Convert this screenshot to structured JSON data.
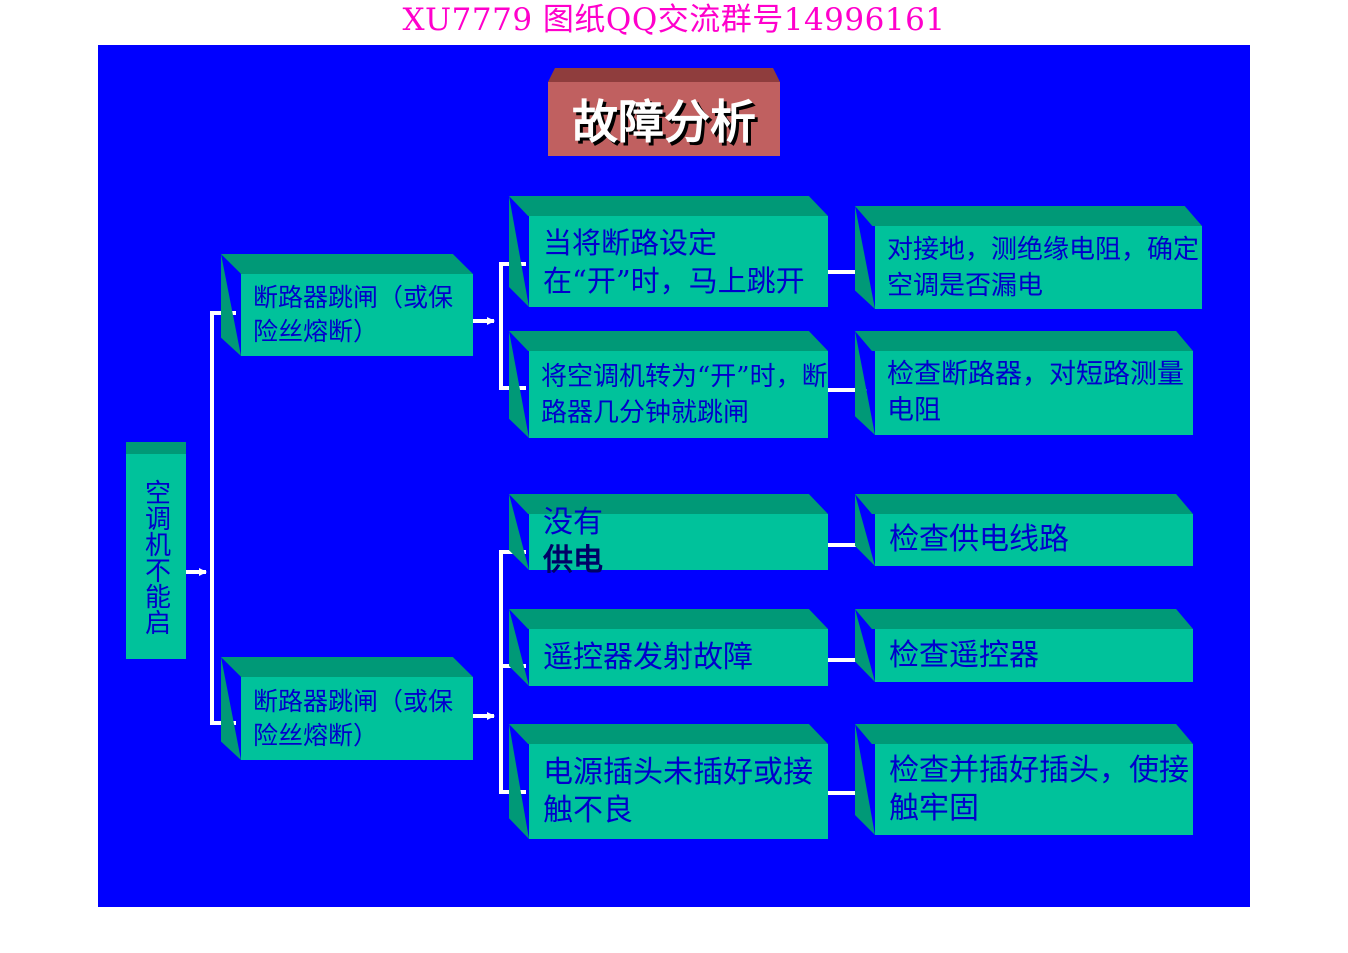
{
  "watermark": "XU7779 图纸QQ交流群号14996161",
  "title": "故障分析",
  "root": "空调机不能启",
  "level1": [
    {
      "label": "断路器跳闸（或保险丝熔断）"
    },
    {
      "label": "断路器跳闸（或保险丝熔断）"
    }
  ],
  "causes": [
    {
      "label": "当将断路设定在“开”时，马上跳开"
    },
    {
      "label": "将空调机转为“开”时，断路器几分钟就跳闸"
    },
    {
      "label_plain": "没有",
      "label_bold": "供电"
    },
    {
      "label": "遥控器发射故障"
    },
    {
      "label": "电源插头未插好或接触不良"
    }
  ],
  "actions": [
    {
      "label": "对接地，测绝缘电阻，确定空调是否漏电"
    },
    {
      "label": "检查断路器，对短路测量电阻"
    },
    {
      "label": "检查供电线路"
    },
    {
      "label": "检查遥控器"
    },
    {
      "label": "检查并插好插头，使接触牢固"
    }
  ],
  "colors": {
    "background": "#0000ff",
    "box_face": "#00c29b",
    "box_depth": "#009977",
    "box_text": "#0000cc",
    "title_face": "#c06060",
    "watermark": "#ff00cc",
    "connector": "#ffffff"
  }
}
